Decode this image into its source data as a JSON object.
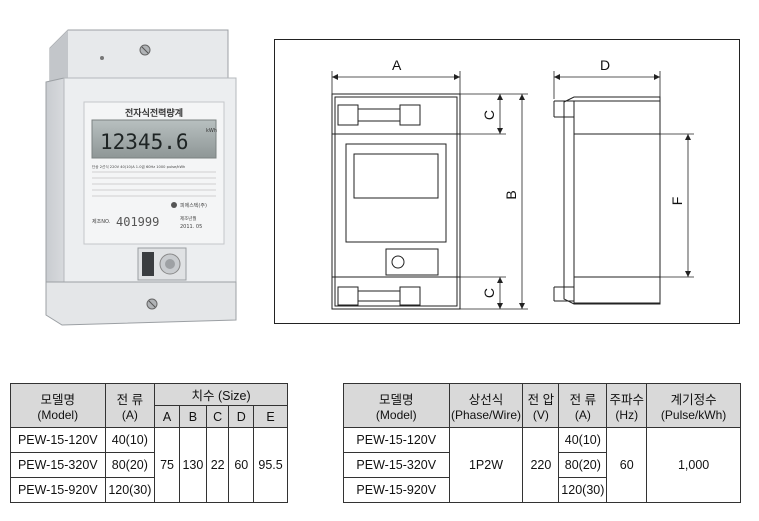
{
  "meter_photo": {
    "display_title": "전자식전력량계",
    "display_reading": "12345.6",
    "display_unit": "kWh",
    "spec_line": "단상 2선식 220V 40(10)A 1.0급 60Hz 1000 pulse/kWh",
    "serial_label": "제조NO.",
    "serial_number": "401999",
    "maker_label": "피에스텍(주)",
    "date_label": "제조년월",
    "date_value": "2011. 05"
  },
  "drawing": {
    "labels": {
      "A": "A",
      "B": "B",
      "C_top": "C",
      "C_bottom": "C",
      "D": "D",
      "F": "F"
    }
  },
  "table_sizes": {
    "header": {
      "model": "모델명",
      "model_en": "(Model)",
      "current": "전 류",
      "current_unit": "(A)",
      "size": "치수 (Size)",
      "dims": [
        "A",
        "B",
        "C",
        "D",
        "E"
      ]
    },
    "rows": [
      {
        "model": "PEW-15-120V",
        "current": "40(10)"
      },
      {
        "model": "PEW-15-320V",
        "current": "80(20)"
      },
      {
        "model": "PEW-15-920V",
        "current": "120(30)"
      }
    ],
    "dimensions": [
      "75",
      "130",
      "22",
      "60",
      "95.5"
    ]
  },
  "table_specs": {
    "header": {
      "model": "모델명",
      "model_en": "(Model)",
      "phase": "상선식",
      "phase_en": "(Phase/Wire)",
      "voltage": "전 압",
      "voltage_unit": "(V)",
      "current": "전 류",
      "current_unit": "(A)",
      "freq": "주파수",
      "freq_unit": "(Hz)",
      "pulse": "계기정수",
      "pulse_unit": "(Pulse/kWh)"
    },
    "rows": [
      {
        "model": "PEW-15-120V",
        "current": "40(10)"
      },
      {
        "model": "PEW-15-320V",
        "current": "80(20)"
      },
      {
        "model": "PEW-15-920V",
        "current": "120(30)"
      }
    ],
    "phase_value": "1P2W",
    "voltage_value": "220",
    "freq_value": "60",
    "pulse_value": "1,000"
  }
}
